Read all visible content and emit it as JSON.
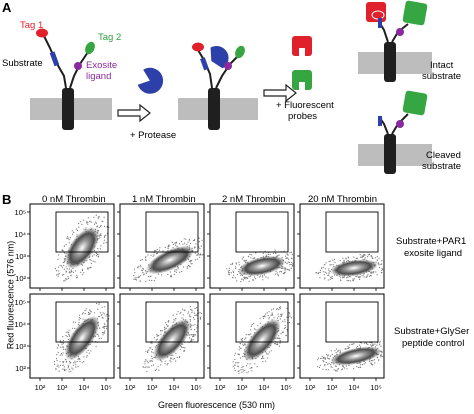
{
  "panelA": {
    "label": "A",
    "tag1": "Tag 1",
    "tag2": "Tag 2",
    "substrate": "Substrate",
    "exosite_line1": "Exosite",
    "exosite_line2": "ligand",
    "protease": "+ Protease",
    "probes_line1": "+ Fluorescent",
    "probes_line2": "probes",
    "intact_line1": "Intact",
    "intact_line2": "substrate",
    "cleaved_line1": "Cleaved",
    "cleaved_line2": "substrate",
    "colors": {
      "tag1": "#e0202a",
      "tag2": "#35a642",
      "exosite": "#8a2a9e",
      "protease": "#2d3fa8",
      "membrane": "#bdbdbd",
      "anchor": "#1f1f1f"
    }
  },
  "panelB": {
    "label": "B",
    "columns": [
      "0 nM Thrombin",
      "1 nM Thrombin",
      "2 nM Thrombin",
      "20 nM Thrombin"
    ],
    "rows": [
      {
        "line1": "Substrate+PAR1",
        "line2": "exosite ligand"
      },
      {
        "line1": "Substrate+GlySer",
        "line2": "peptide control"
      }
    ],
    "ylabel": "Red fluorescence (576 nm)",
    "xlabel": "Green fluorescence (530 nm)",
    "yticks": [
      "10⁵",
      "10⁴",
      "10³",
      "10²"
    ],
    "xticks": [
      "10²",
      "10³",
      "10⁴",
      "10⁵"
    ]
  }
}
